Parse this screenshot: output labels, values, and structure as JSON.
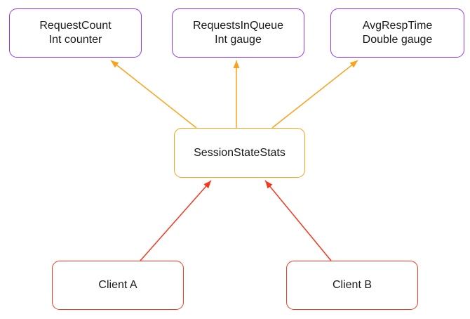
{
  "diagram": {
    "metrics": [
      {
        "name": "RequestCount",
        "type": "Int counter"
      },
      {
        "name": "RequestsInQueue",
        "type": "Int gauge"
      },
      {
        "name": "AvgRespTime",
        "type": "Double gauge"
      }
    ],
    "collector": {
      "label": "SessionStateStats"
    },
    "clients": [
      {
        "label": "Client A"
      },
      {
        "label": "Client B"
      }
    ],
    "edges": [
      {
        "from": "SessionStateStats",
        "to": "RequestCount"
      },
      {
        "from": "SessionStateStats",
        "to": "RequestsInQueue"
      },
      {
        "from": "SessionStateStats",
        "to": "AvgRespTime"
      },
      {
        "from": "Client A",
        "to": "SessionStateStats"
      },
      {
        "from": "Client B",
        "to": "SessionStateStats"
      }
    ],
    "colors": {
      "metric_box_border": "#9139ec",
      "collector_box_border": "#f9a21b",
      "client_box_border": "#f4391e",
      "metric_arrow": "#f9a21b",
      "client_arrow": "#f4391e",
      "text": "#1a1a1a",
      "background": "#ffffff"
    }
  }
}
